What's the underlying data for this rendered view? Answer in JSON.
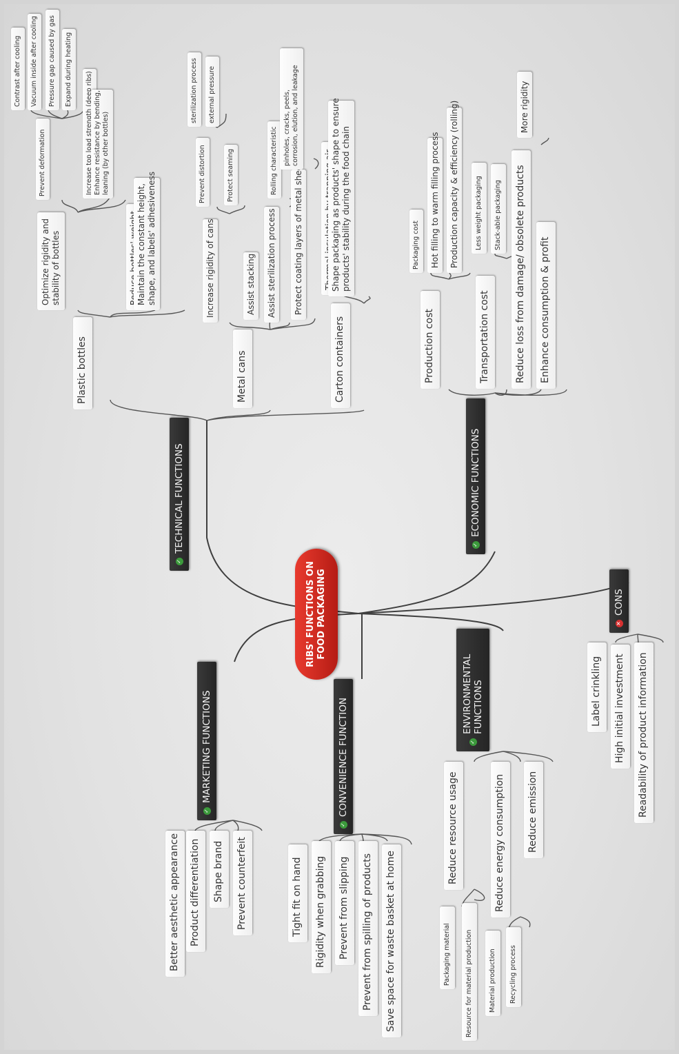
{
  "center": "RIBS' FUNCTIONS ON\nFOOD PACKAGING",
  "categories": {
    "technical": "TECHNICAL FUNCTIONS",
    "economic": "ECONOMIC FUNCTIONS",
    "marketing": "MARKETING FUNCTIONS",
    "convenience": "CONVENIENCE FUNCTION",
    "environmental": "ENVIRONMENTAL\nFUNCTIONS",
    "cons": "CONS"
  },
  "technical": {
    "plastic_bottles": "Plastic bottles",
    "optimize_rigidity": "Optimize rigidity and\nstability of bottles",
    "prevent_deformation": "Prevent deformation",
    "contrast_after_cooling": "Contrast after cooling",
    "vacuum_inside": "Vacuum inside after cooling",
    "pressure_gap": "Pressure gap caused by gas",
    "expand_heating": "Expand during heating",
    "increase_top_load": "Increase top load strength (deep ribs)",
    "enhance_resistance": "Enhance resistance by bending,\nleaning (by other bottles)",
    "reduce_weight": "Reduce bottles' weight",
    "maintain_height": "Maintain the constant height,\nshape, and labels' adhesiveness",
    "metal_cans": "Metal cans",
    "increase_rigidity_cans": "Increase rigidity of cans",
    "prevent_distortion": "Prevent distortion",
    "sterilization_process": "sterilization process",
    "external_pressure": "external pressure",
    "protect_seaming": "Protect seaming",
    "assist_stacking": "Assist stacking",
    "assist_sterilization": "Assist sterilization process",
    "rolling_characteristic": "Rolling characteristic",
    "protect_coating": "Protect coating layers of metal sheet",
    "pinholes": "pinholes, cracks, peels,\ncorrosion, elution, and leakage",
    "carton_containers": "Carton containers",
    "thermal_insulation": "Thermal insulation by trapping air",
    "shape_packaging": "Shape packaging as products' shape to ensure\nproducts' stability during the food chain"
  },
  "economic": {
    "production_cost": "Production cost",
    "packaging_cost": "Packaging cost",
    "hot_filling": "Hot filling to warm filling process",
    "production_capacity": "Production capacity & efficiency (rolling)",
    "transportation_cost": "Transportation cost",
    "less_weight": "Less weight packaging",
    "stackable": "Stack-able packaging",
    "reduce_loss": "Reduce loss from damage/ obsolete products",
    "more_rigidity": "More rigidity",
    "enhance_consumption": "Enhance consumption & profit"
  },
  "marketing": {
    "aesthetic": "Better aesthetic appearance",
    "differentiation": "Product differentiation",
    "shape_brand": "Shape brand",
    "counterfeit": "Prevent counterfeit"
  },
  "convenience": {
    "tight_fit": "Tight fit on hand",
    "rigidity_grabbing": "Rigidity when grabbing",
    "prevent_slipping": "Prevent from slipping",
    "prevent_spilling": "Prevent from spilling of products",
    "save_space": "Save space for waste basket at home"
  },
  "environmental": {
    "reduce_resource": "Reduce resource usage",
    "packaging_material": "Packaging material",
    "resource_material_production": "Resource for material production",
    "reduce_energy": "Reduce energy consumption",
    "material_production": "Material production",
    "recycling_process": "Recycling process",
    "reduce_emission": "Reduce emission"
  },
  "cons": {
    "label_crinkling": "Label crinkling",
    "high_investment": "High initial investment",
    "readability": "Readability of product information"
  },
  "colors": {
    "center": "#d42a1f",
    "category_bg": "#2e2e2e",
    "check": "#3c9a3c",
    "cross": "#d63030",
    "background": "#e4e4e4"
  },
  "icons": {
    "category": "check-icon",
    "cons": "cross-icon"
  }
}
